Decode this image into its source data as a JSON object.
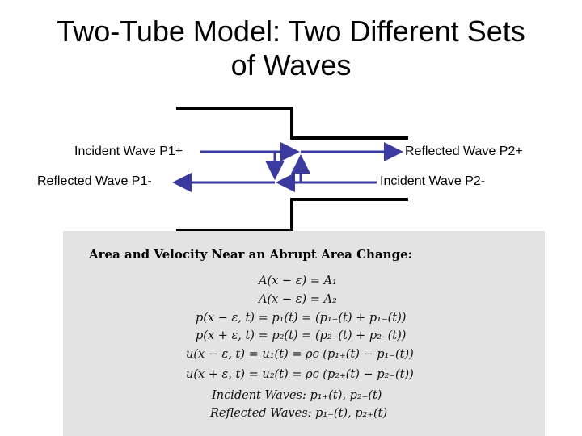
{
  "slide": {
    "title_line1": "Two-Tube Model: Two Different Sets",
    "title_line2": "of Waves"
  },
  "waves": {
    "incident_p1": "Incident Wave P1+",
    "reflected_p1": "Reflected Wave P1-",
    "reflected_p2": "Reflected Wave P2+",
    "incident_p2": "Incident Wave P2-"
  },
  "colors": {
    "arrow": "#3a3aa0",
    "tube_wall": "#000000",
    "panel_bg": "#e3e3e3"
  },
  "equations": {
    "heading": "Area and Velocity Near an Abrupt Area Change:",
    "lines": [
      "A(x − ε) = A₁",
      "A(x − ε) = A₂",
      "p(x − ε, t) = p₁(t) = (p₁₋(t) + p₁₋(t))",
      "p(x + ε, t) = p₂(t) = (p₂₋(t) + p₂₋(t))",
      "u(x − ε, t) = u₁(t) = ρc (p₁₊(t) − p₁₋(t))",
      "u(x + ε, t) = u₂(t) = ρc (p₂₊(t) − p₂₋(t))",
      "Incident Waves: p₁₊(t), p₂₋(t)",
      "Reflected Waves: p₁₋(t), p₂₊(t)"
    ]
  }
}
